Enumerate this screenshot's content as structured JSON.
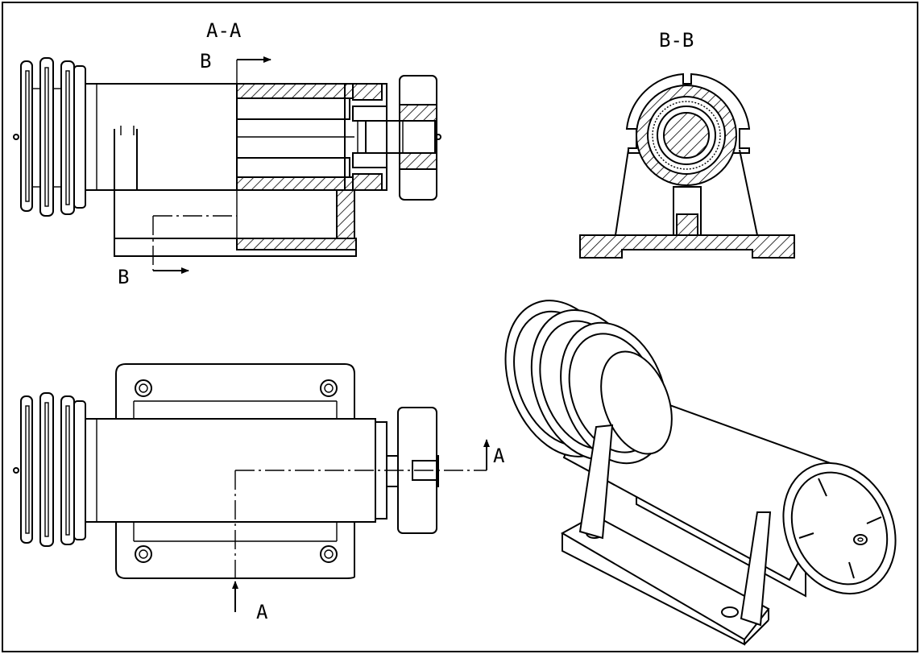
{
  "views": {
    "section_aa": {
      "title": "A-A",
      "cut_label_top": "B",
      "cut_label_bottom": "B"
    },
    "section_bb": {
      "title": "B-B"
    },
    "top_view": {
      "cut_label_right": "A",
      "cut_label_bottom": "A"
    }
  },
  "icons": {
    "arrow": "cutting-plane-arrow-icon",
    "hole": "mounting-hole-icon"
  }
}
